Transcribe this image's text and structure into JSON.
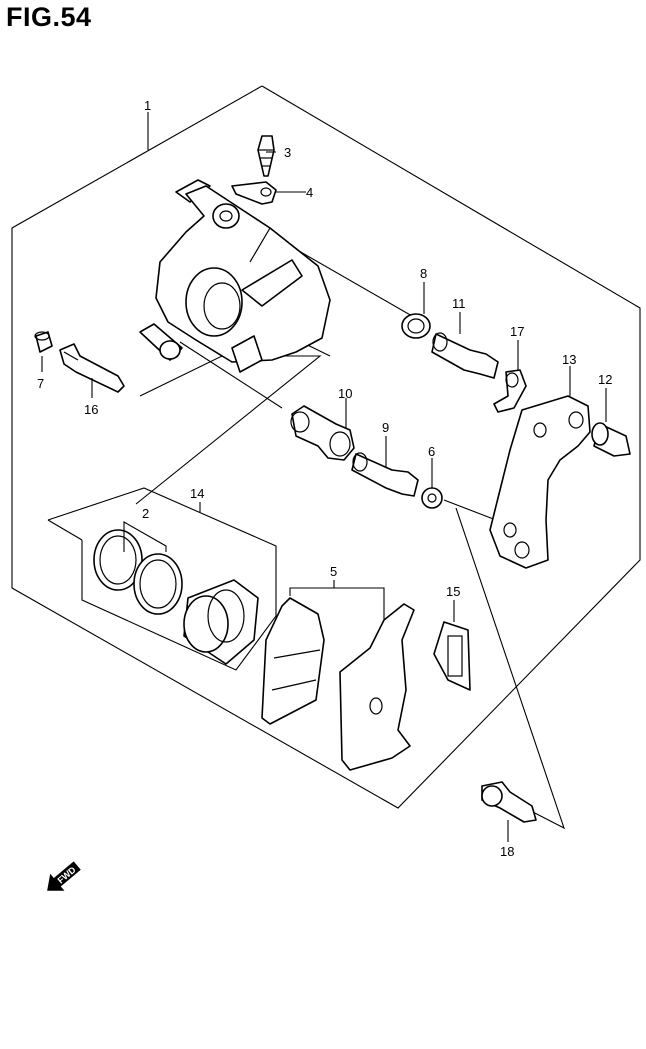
{
  "figure": {
    "title": "FIG.54"
  },
  "callouts": [
    "1",
    "2",
    "3",
    "4",
    "5",
    "6",
    "7",
    "8",
    "9",
    "10",
    "11",
    "12",
    "13",
    "14",
    "15",
    "16",
    "17",
    "18"
  ],
  "direction_marker": {
    "label": "FWD",
    "icon": "forward-arrow-icon"
  }
}
